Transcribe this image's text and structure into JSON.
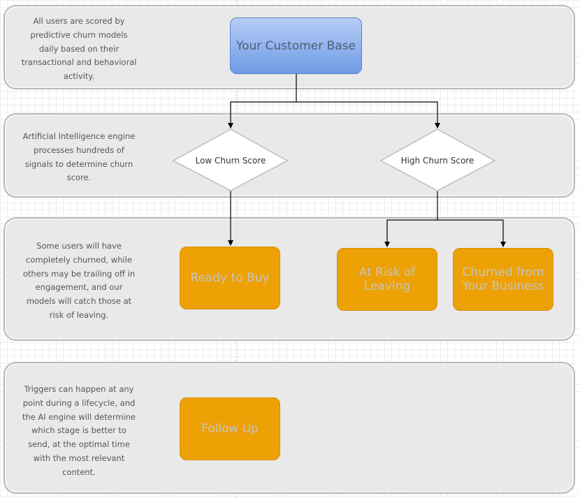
{
  "lanes": [
    {
      "description": "All users are scored by predictive churn models daily based on their transactional and behavioral activity."
    },
    {
      "description": "Artificial Intelligence engine processes hundreds of signals to determine churn score."
    },
    {
      "description": "Some users will have completely churned, while others may be trailing off in engagement, and our models will catch those at risk of leaving."
    },
    {
      "description": "Triggers can happen at any point during a lifecycle, and the AI engine will determine which stage is better to send, at the optimal time with the most relevant content."
    }
  ],
  "nodes": {
    "customer_base": "Your Customer Base",
    "low_churn": "Low Churn Score",
    "high_churn": "High Churn Score",
    "ready_to_buy": "Ready to Buy",
    "at_risk": "At Risk of Leaving",
    "churned": "Churned from Your Business",
    "follow_up": "Follow Up"
  },
  "colors": {
    "customer_base_fill": "#7ea6ea",
    "stage_fill": "#eea104",
    "lane_fill": "#e9e9e9",
    "lane_border": "#b9b9b9"
  }
}
